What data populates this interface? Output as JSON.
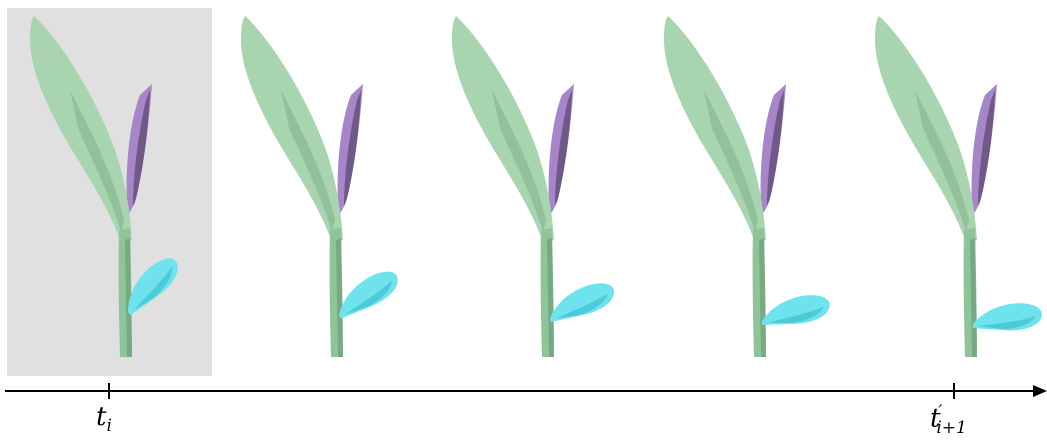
{
  "figure": {
    "frame_count": 5,
    "highlighted_frame": 1,
    "colors": {
      "highlight_background": "#e0e0e0",
      "stem": "#8fc49a",
      "stem_dark": "#5f8f6a",
      "leaf_main": "#a8d4b0",
      "leaf_main_shade": "#7fae8a",
      "leaf_back": "#a685c9",
      "leaf_back_dark": "#4d3a5e",
      "moving_leaf": "#6ee3ee",
      "moving_leaf_shade": "#37b9c9",
      "axis": "#000000"
    },
    "moving_leaf_angles_deg": [
      -35,
      -22,
      -12,
      -2,
      4
    ],
    "timeline": {
      "start_label": {
        "base": "t",
        "sub": "i",
        "sup": ""
      },
      "end_label": {
        "base": "t",
        "sub": "i+1",
        "sup": "′"
      }
    }
  }
}
